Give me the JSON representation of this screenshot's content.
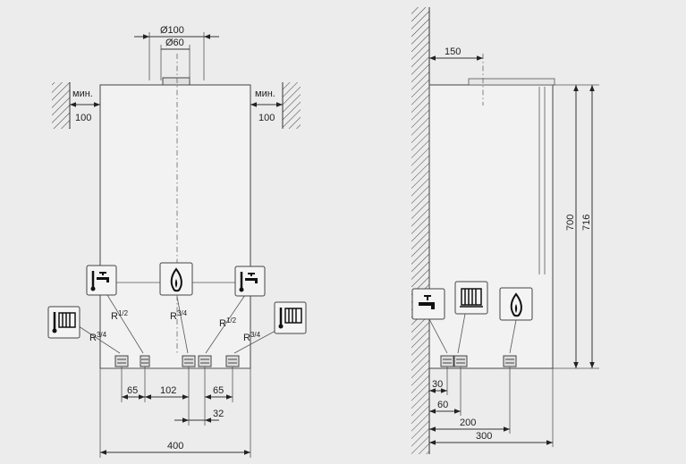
{
  "front": {
    "dia_outer": "Ø100",
    "dia_inner": "Ø60",
    "clearance_word": "мин.",
    "clearance_left": "100",
    "clearance_right": "100",
    "conn_a_thread": "R",
    "conn_a_frac": "3/4",
    "conn_b_thread": "R",
    "conn_b_frac": "1/2",
    "conn_c_thread": "R",
    "conn_c_frac": "3/4",
    "conn_d_thread": "R",
    "conn_d_frac": "1/2",
    "conn_e_thread": "R",
    "conn_e_frac": "3/4",
    "dim_65_left": "65",
    "dim_102": "102",
    "dim_65_right": "65",
    "dim_32": "32",
    "width": "400"
  },
  "side": {
    "flue_offset": "150",
    "height_body": "700",
    "height_total": "716",
    "dim_30": "30",
    "dim_60": "60",
    "dim_200": "200",
    "depth": "300"
  },
  "icons": [
    "hot-water-tap-icon",
    "gas-flame-icon",
    "radiator-heating-icon",
    "heating-flow-icon",
    "heating-return-icon"
  ]
}
